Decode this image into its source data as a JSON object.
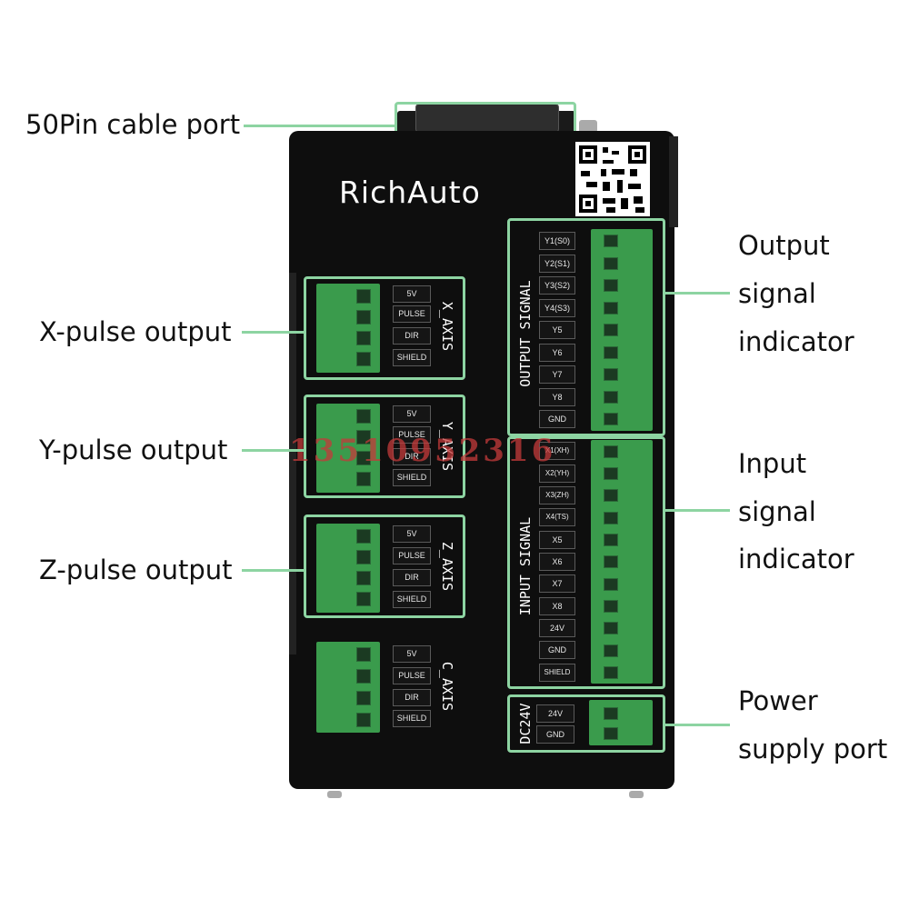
{
  "colors": {
    "accent": "#8dd4a2",
    "terminal": "#3a9b4c",
    "board": "#0e0e0e",
    "watermark": "#c43a3a"
  },
  "brand": "RichAuto",
  "watermark": "13510952316",
  "callouts": {
    "cable": "50Pin cable port",
    "x": "X-pulse output",
    "y": "Y-pulse output",
    "z": "Z-pulse output",
    "output": [
      "Output",
      "signal",
      "indicator"
    ],
    "input": [
      "Input",
      "signal",
      "indicator"
    ],
    "power": [
      "Power",
      "supply port"
    ]
  },
  "axes": [
    {
      "title": "X_AXIS",
      "pins": [
        "5V",
        "PULSE",
        "DIR",
        "SHIELD"
      ]
    },
    {
      "title": "Y_AXIS",
      "pins": [
        "5V",
        "PULSE",
        "DIR",
        "SHIELD"
      ]
    },
    {
      "title": "Z_AXIS",
      "pins": [
        "5V",
        "PULSE",
        "DIR",
        "SHIELD"
      ]
    },
    {
      "title": "C_AXIS",
      "pins": [
        "5V",
        "PULSE",
        "DIR",
        "SHIELD"
      ]
    }
  ],
  "output_signal": {
    "title": "OUTPUT SIGNAL",
    "pins": [
      "Y1(S0)",
      "Y2(S1)",
      "Y3(S2)",
      "Y4(S3)",
      "Y5",
      "Y6",
      "Y7",
      "Y8",
      "GND"
    ]
  },
  "input_signal": {
    "title": "INPUT SIGNAL",
    "pins": [
      "X1(XH)",
      "X2(YH)",
      "X3(ZH)",
      "X4(TS)",
      "X5",
      "X6",
      "X7",
      "X8",
      "24V",
      "GND",
      "SHIELD"
    ]
  },
  "power": {
    "title": "DC24V",
    "pins": [
      "24V",
      "GND"
    ]
  }
}
